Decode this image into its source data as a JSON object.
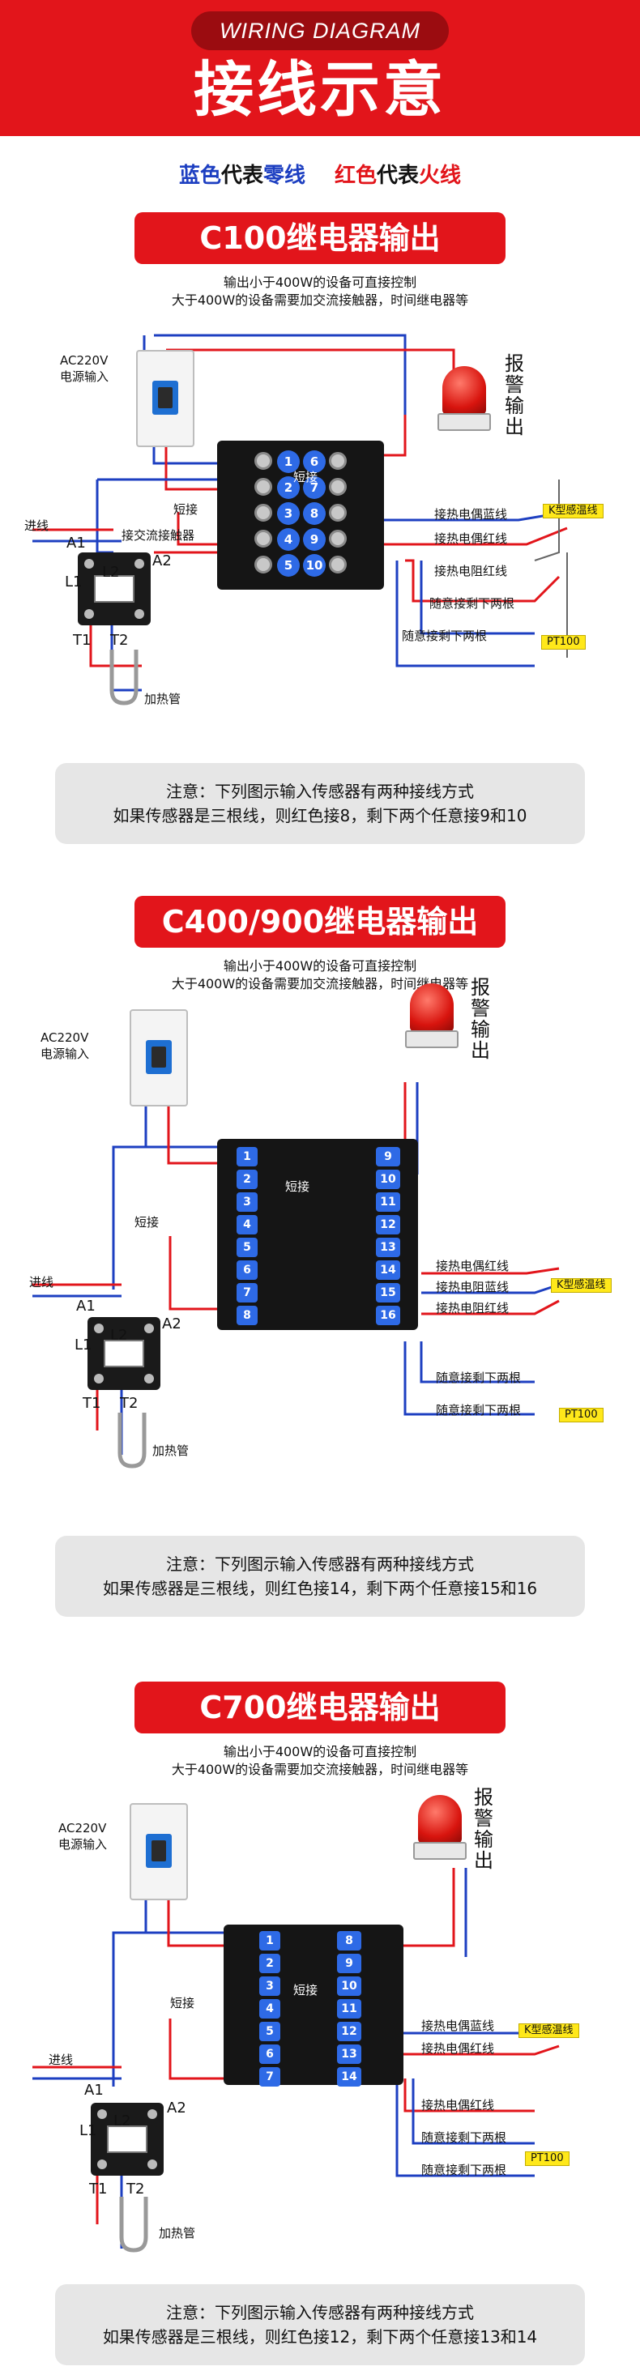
{
  "header": {
    "subtitle": "WIRING DIAGRAM",
    "title": "接线示意"
  },
  "legend": {
    "blue_word": "蓝色",
    "blue_mid": "代表",
    "blue_tail": "零线",
    "red_word": "红色",
    "red_mid": "代表",
    "red_tail": "火线"
  },
  "sections": [
    {
      "title": "C100继电器输出",
      "sub1": "输出小于400W的设备可直接控制",
      "sub2": "大于400W的设备需要加交流接触器，时间继电器等",
      "labels": {
        "power": "AC220V\n电源输入",
        "power1": "AC220V",
        "power2": "电源输入",
        "alarm": "报警输出",
        "short1": "短接",
        "short2": "短接",
        "contactor": "接交流接触器",
        "line_in": "进线",
        "a1": "A1",
        "a2": "A2",
        "l1": "L1",
        "l2": "L2",
        "t1": "T1",
        "t2": "T2",
        "heater": "加热管",
        "w1": "接热电偶蓝线",
        "w2": "接热电偶红线",
        "w3": "接热电阻红线",
        "w4": "随意接剩下两根",
        "w5": "随意接剩下两根",
        "k": "K型感温线",
        "pt": "PT100"
      },
      "terms_left": [
        "1",
        "2",
        "3",
        "4",
        "5"
      ],
      "terms_right": [
        "6",
        "7",
        "8",
        "9",
        "10"
      ],
      "note1": "注意：下列图示输入传感器有两种接线方式",
      "note2": "如果传感器是三根线，则红色接8，剩下两个任意接9和10"
    },
    {
      "title": "C400/900继电器输出",
      "sub1": "输出小于400W的设备可直接控制",
      "sub2": "大于400W的设备需要加交流接触器，时间继电器等",
      "labels": {
        "power1": "AC220V",
        "power2": "电源输入",
        "alarm": "报警输出",
        "short1": "短接",
        "short2": "短接",
        "line_in": "进线",
        "a1": "A1",
        "a2": "A2",
        "l1": "L1",
        "l2": "L2",
        "t1": "T1",
        "t2": "T2",
        "heater": "加热管",
        "w1": "接热电偶红线",
        "w2": "接热电阻蓝线",
        "w3": "接热电阻红线",
        "w4": "随意接剩下两根",
        "w5": "随意接剩下两根",
        "k": "K型感温线",
        "pt": "PT100"
      },
      "terms_left": [
        "1",
        "2",
        "3",
        "4",
        "5",
        "6",
        "7",
        "8"
      ],
      "terms_right": [
        "9",
        "10",
        "11",
        "12",
        "13",
        "14",
        "15",
        "16"
      ],
      "note1": "注意：下列图示输入传感器有两种接线方式",
      "note2": "如果传感器是三根线，则红色接14，剩下两个任意接15和16"
    },
    {
      "title": "C700继电器输出",
      "sub1": "输出小于400W的设备可直接控制",
      "sub2": "大于400W的设备需要加交流接触器，时间继电器等",
      "labels": {
        "power1": "AC220V",
        "power2": "电源输入",
        "alarm": "报警输出",
        "short1": "短接",
        "short2": "短接",
        "line_in": "进线",
        "a1": "A1",
        "a2": "A2",
        "l1": "L1",
        "l2": "L2",
        "t1": "T1",
        "t2": "T2",
        "heater": "加热管",
        "w1": "接热电偶蓝线",
        "w2": "接热电偶红线",
        "w3": "接热电偶红线",
        "w4": "随意接剩下两根",
        "w5": "随意接剩下两根",
        "k": "K型感温线",
        "pt": "PT100"
      },
      "terms_left": [
        "1",
        "2",
        "3",
        "4",
        "5",
        "6",
        "7"
      ],
      "terms_right": [
        "8",
        "9",
        "10",
        "11",
        "12",
        "13",
        "14"
      ],
      "note1": "注意：下列图示输入传感器有两种接线方式",
      "note2": "如果传感器是三根线，则红色接12，剩下两个任意接13和14"
    }
  ]
}
